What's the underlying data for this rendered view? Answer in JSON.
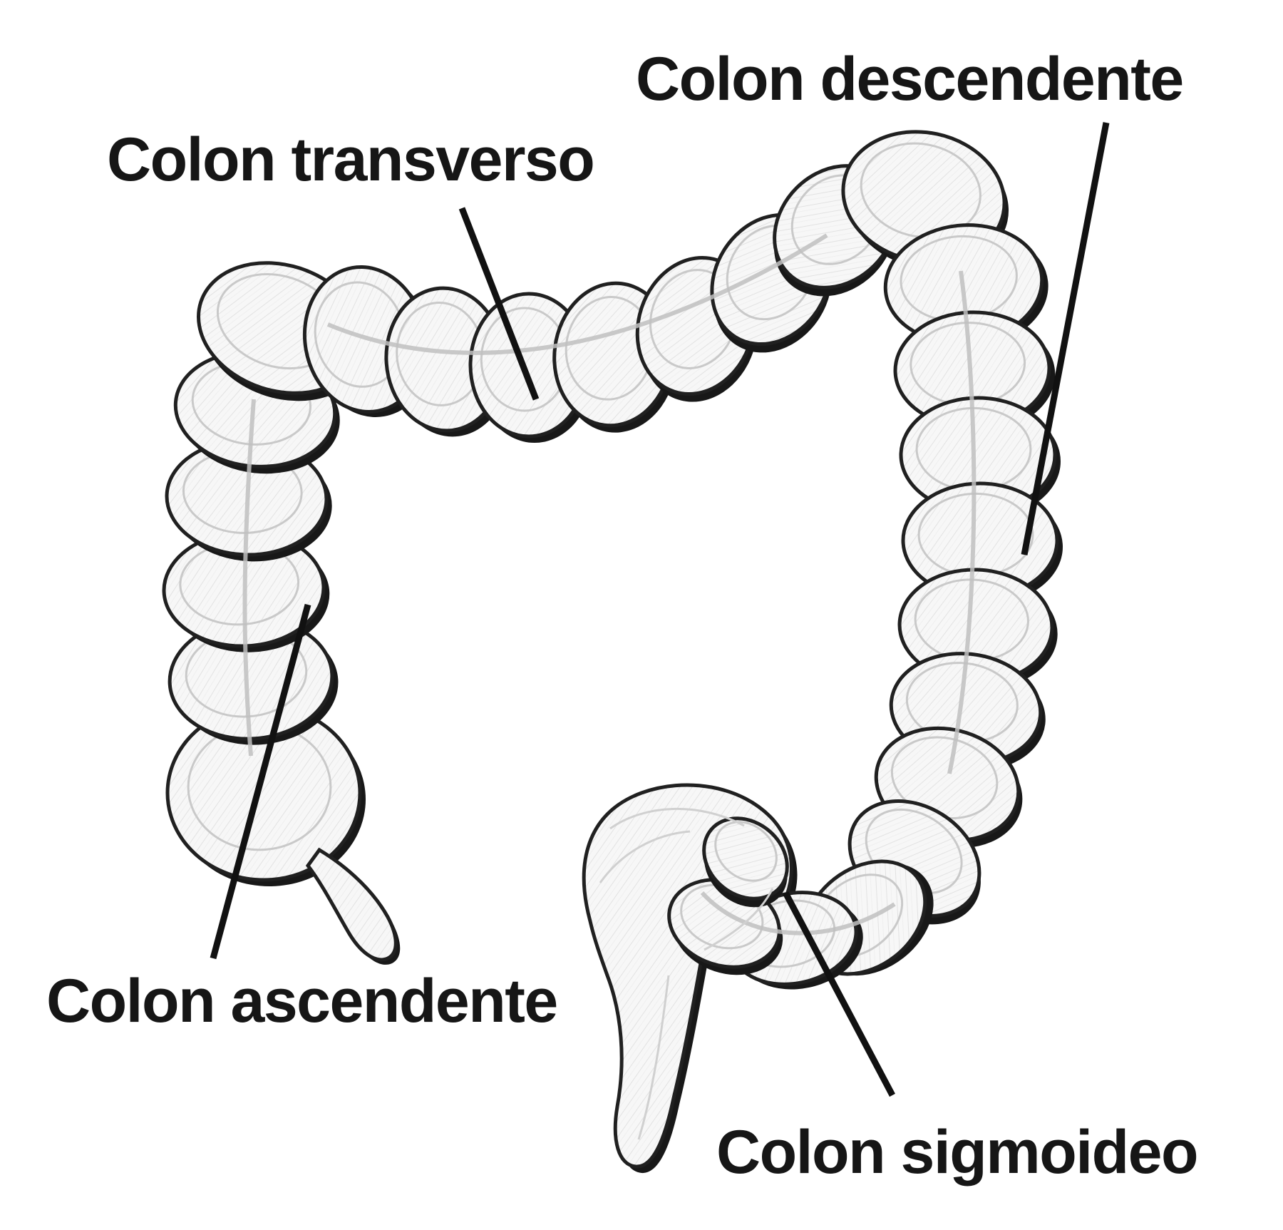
{
  "figure": {
    "labels": {
      "transverse": "Colon transverso",
      "descending": "Colon descendente",
      "ascending": "Colon ascendente",
      "sigmoid": "Colon sigmoideo"
    },
    "colors": {
      "ink": "#161616",
      "outline": "#202020",
      "leader": "#111111",
      "shadow": "#181818",
      "paper": "#ffffff",
      "fill_base": "#f7f7f7",
      "hatch_line": "#e2e2e2",
      "inner_ring": "#c9c9c9",
      "taenia": "#bfbfbf",
      "streak": "#d0d0d0"
    }
  }
}
